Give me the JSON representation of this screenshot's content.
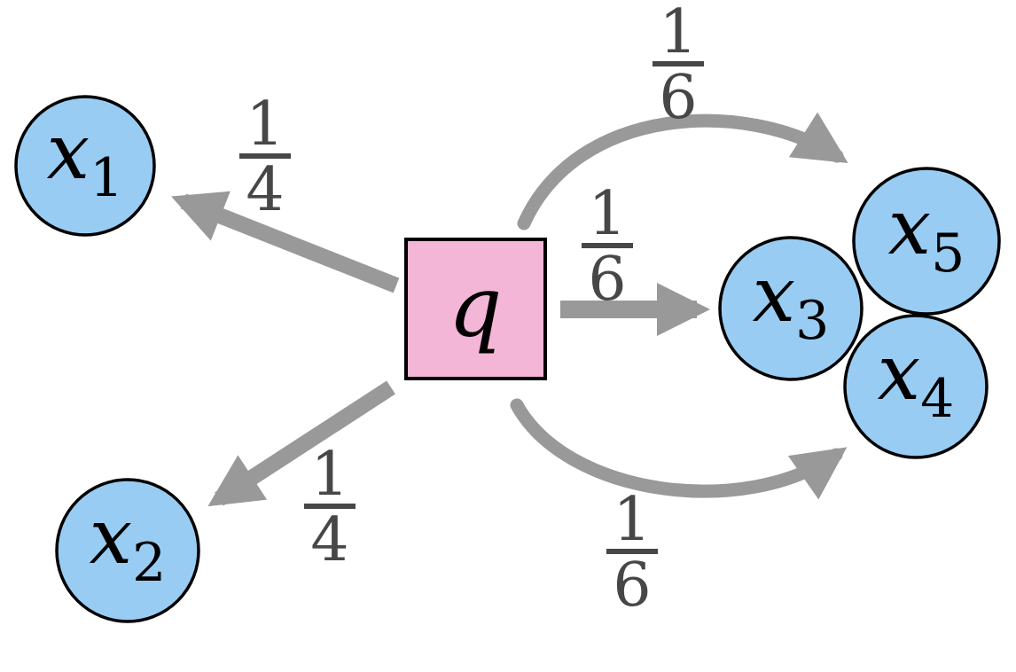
{
  "diagram": {
    "query": {
      "id": "q",
      "label": "q"
    },
    "nodes": [
      {
        "id": "x1",
        "base": "x",
        "sub": "1"
      },
      {
        "id": "x2",
        "base": "x",
        "sub": "2"
      },
      {
        "id": "x3",
        "base": "x",
        "sub": "3"
      },
      {
        "id": "x4",
        "base": "x",
        "sub": "4"
      },
      {
        "id": "x5",
        "base": "x",
        "sub": "5"
      }
    ],
    "edges": [
      {
        "from": "q",
        "to": "x1",
        "style": "straight",
        "weight_num": "1",
        "weight_den": "4"
      },
      {
        "from": "q",
        "to": "x2",
        "style": "straight",
        "weight_num": "1",
        "weight_den": "4"
      },
      {
        "from": "q",
        "to": "x3",
        "style": "straight",
        "weight_num": "1",
        "weight_den": "6"
      },
      {
        "from": "q",
        "to": "x4",
        "style": "curved",
        "weight_num": "1",
        "weight_den": "6"
      },
      {
        "from": "q",
        "to": "x5",
        "style": "curved",
        "weight_num": "1",
        "weight_den": "6"
      }
    ],
    "colors": {
      "node_fill": "#99CCF3",
      "node_stroke": "#000000",
      "query_fill": "#F3B6D7",
      "query_stroke": "#000000",
      "arrow": "#999999",
      "weight_text": "#474747"
    }
  }
}
